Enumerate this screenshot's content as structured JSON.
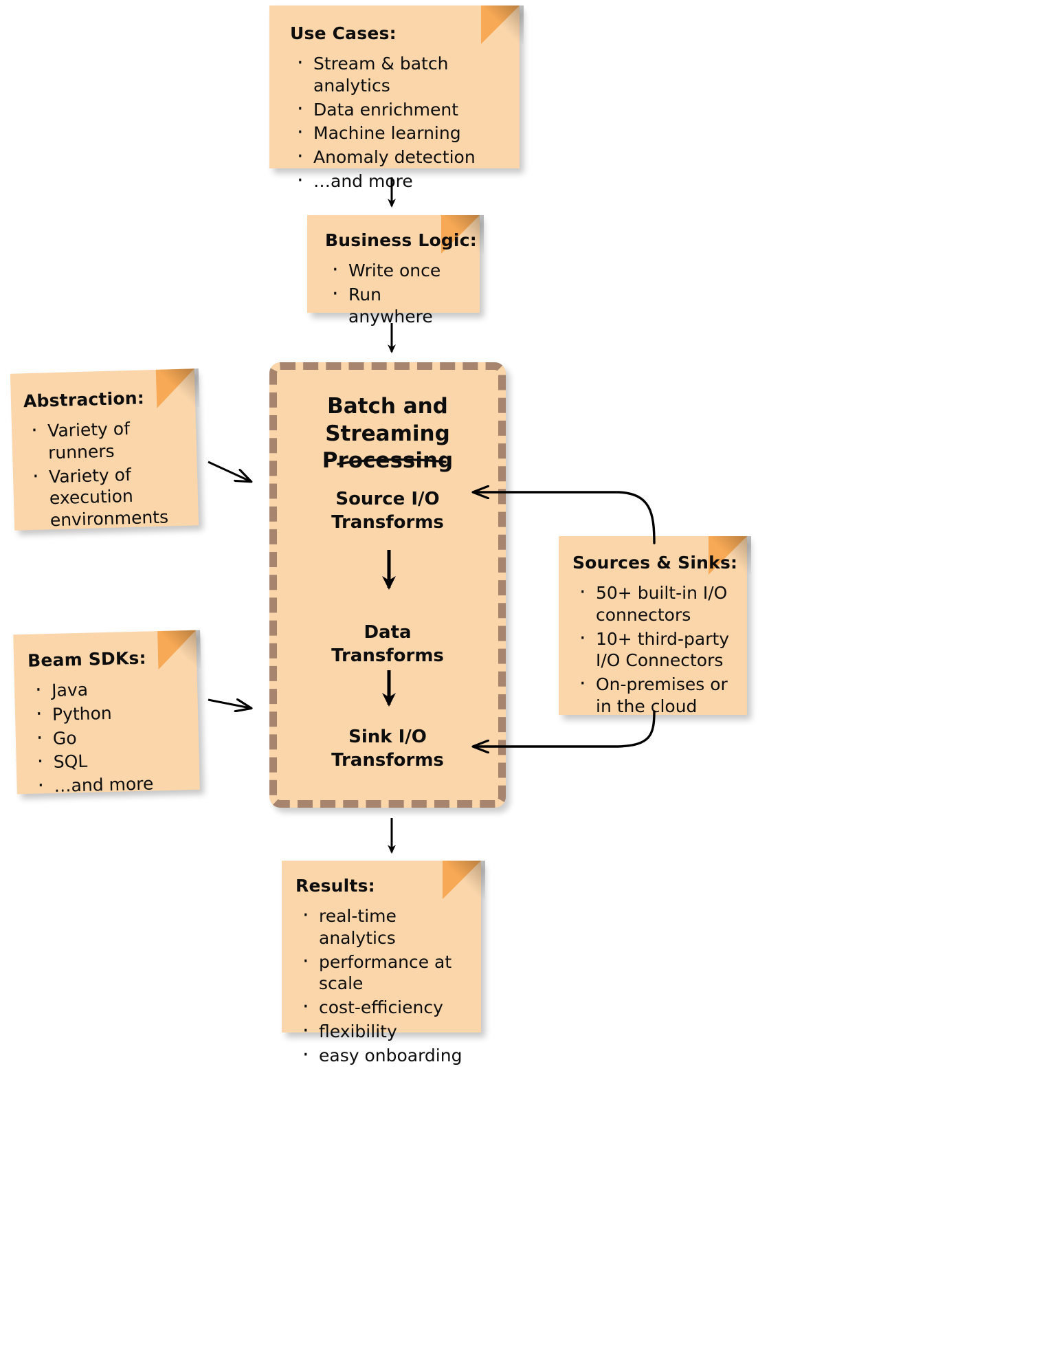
{
  "diagram": {
    "title": "Apache Beam Batch and Streaming Processing overview",
    "colors": {
      "note_fill": "#FBD6AB",
      "fold_fill": "#F7A955",
      "dashed_border": "#A6846E",
      "arrow": "#000000",
      "text": "#0d0d0d",
      "background": "#ffffff"
    }
  },
  "use_cases": {
    "title": "Use Cases:",
    "items": [
      "Stream & batch analytics",
      "Data enrichment",
      "Machine learning",
      "Anomaly detection",
      "…and more"
    ]
  },
  "business_logic": {
    "title": "Business Logic:",
    "items": [
      "Write once",
      "Run anywhere"
    ]
  },
  "abstraction": {
    "title": "Abstraction:",
    "items": [
      "Variety of runners",
      "Variety of execution environments"
    ]
  },
  "beam_sdks": {
    "title": "Beam SDKs:",
    "items": [
      "Java",
      "Python",
      "Go",
      "SQL",
      "…and more"
    ]
  },
  "sources_sinks": {
    "title": "Sources & Sinks:",
    "items": [
      "50+ built-in I/O connectors",
      "10+ third-party I/O Connectors",
      "On-premises or in the cloud"
    ]
  },
  "results": {
    "title": "Results:",
    "items": [
      "real-time analytics",
      "performance at scale",
      "cost-efficiency",
      "flexibility",
      "easy onboarding"
    ]
  },
  "main_container": {
    "title_line1": "Batch and Streaming",
    "title_line2": "Processing",
    "stages": [
      {
        "line1": "Source I/O",
        "line2": "Transforms"
      },
      {
        "line1": "Data",
        "line2": "Transforms"
      },
      {
        "line1": "Sink I/O",
        "line2": "Transforms"
      }
    ]
  }
}
